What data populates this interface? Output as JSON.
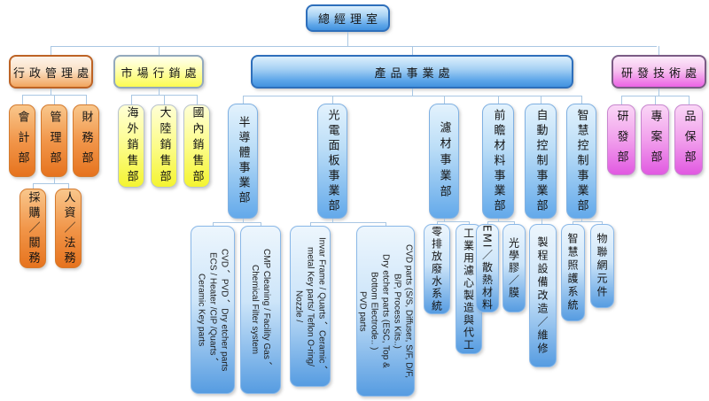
{
  "palette": {
    "blue_fill": "#4292df",
    "blue_border": "#2e6fbb",
    "orange_fill": "#e6731e",
    "orange_border": "#bd6325",
    "yellow_fill": "#f4f431",
    "pink_fill": "#e159e1",
    "connector": "#a9c7e3"
  },
  "org": {
    "root": "總經理室",
    "admin": {
      "label": "行政管理處",
      "depts": [
        "會計部",
        "管理部",
        "財務部"
      ],
      "management_subs": [
        "採購／關務",
        "人資／法務"
      ]
    },
    "marketing": {
      "label": "市場行銷處",
      "depts": [
        "海外銷售部",
        "大陸銷售部",
        "國內銷售部"
      ]
    },
    "product": {
      "label": "產品事業處",
      "divisions": [
        {
          "label": "半導體事業部",
          "details": [
            "CVD 、PVD 、Dry etcher parts\nECS / Heater /CIP /Quarts 、\nCeramic Key parts",
            "CMP Cleaning / Facility Gas 、\nChemical Filter system"
          ]
        },
        {
          "label": "光電面板事業部",
          "details": [
            "Invar Frame / Quarts 、Ceramic 、\nmetal Key parts/ Teflon O-ring/\nNozzle /",
            "CVD parts (S/S, Diffuser, S/F, D/F,\nB/P, Process Kits..)\nDry etcher parts (ESC, Top &\nBottom Electrode.. )\nPVD parts"
          ]
        },
        {
          "label": "濾材事業部",
          "details": [
            "零排放廢水系統",
            "工業用濾心製造與代工"
          ]
        },
        {
          "label": "前瞻材料事業部",
          "details": [
            "EMI／散熱材料",
            "光學膠／膜"
          ]
        },
        {
          "label": "自動控制事業部",
          "details": [
            "製程設備改造／維修"
          ]
        },
        {
          "label": "智慧控制事業部",
          "details": [
            "智慧照護系統",
            "物聯網元件"
          ]
        }
      ]
    },
    "rnd": {
      "label": "研發技術處",
      "depts": [
        "研發部",
        "專案部",
        "品保部"
      ]
    }
  }
}
